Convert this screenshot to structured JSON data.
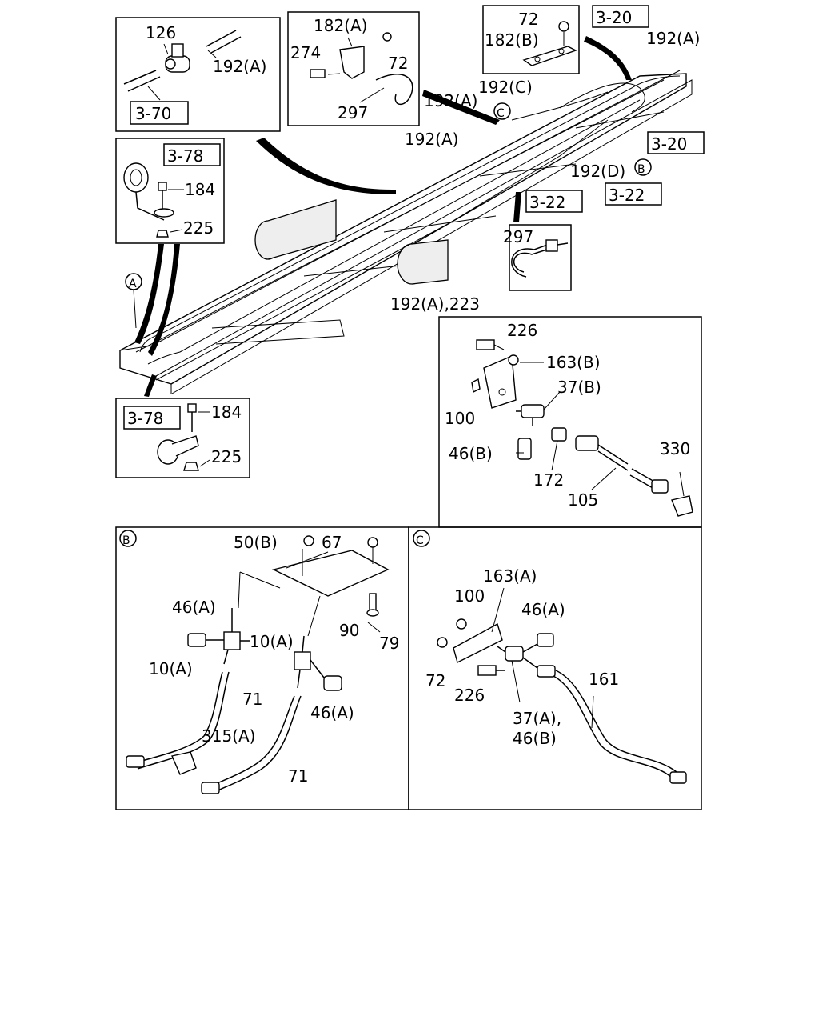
{
  "refs": {
    "r3_70": "3-70",
    "r3_78_top": "3-78",
    "r3_78_bot": "3-78",
    "r3_20_top": "3-20",
    "r3_20_right": "3-20",
    "r3_22_left": "3-22",
    "r3_22_right": "3-22"
  },
  "labels": {
    "p126": "126",
    "p192A_a": "192(A)",
    "p182A": "182(A)",
    "p274": "274",
    "p72_a": "72",
    "p297_a": "297",
    "p72_b": "72",
    "p182B": "182(B)",
    "p192A_b": "192(A)",
    "p192C": "192(C)",
    "p192A_c": "192(A)",
    "circC_main": "C",
    "p192A_d": "192(A)",
    "p192D": "192(D)",
    "circB_main": "B",
    "p184_a": "184",
    "p225_a": "225",
    "p297_b": "297",
    "p192A_223": "192(A),223",
    "circA": "A",
    "p184_b": "184",
    "p225_b": "225",
    "p226_a": "226",
    "p163B": "163(B)",
    "p37B": "37(B)",
    "p100_a": "100",
    "p46B": "46(B)",
    "p172": "172",
    "p105": "105",
    "p330": "330",
    "circB_panel": "B",
    "p50B": "50(B)",
    "p67": "67",
    "p46A_a": "46(A)",
    "p90": "90",
    "p79": "79",
    "p10A_a": "10(A)",
    "p10A_b": "10(A)",
    "p71_a": "71",
    "p46A_b": "46(A)",
    "p315A": "315(A)",
    "p71_b": "71",
    "circC_panel": "C",
    "p163A": "163(A)",
    "p100_b": "100",
    "p46A_c": "46(A)",
    "p72_c": "72",
    "p226_b": "226",
    "p161": "161",
    "p37A": "37(A),",
    "p46B_b": "46(B)"
  }
}
